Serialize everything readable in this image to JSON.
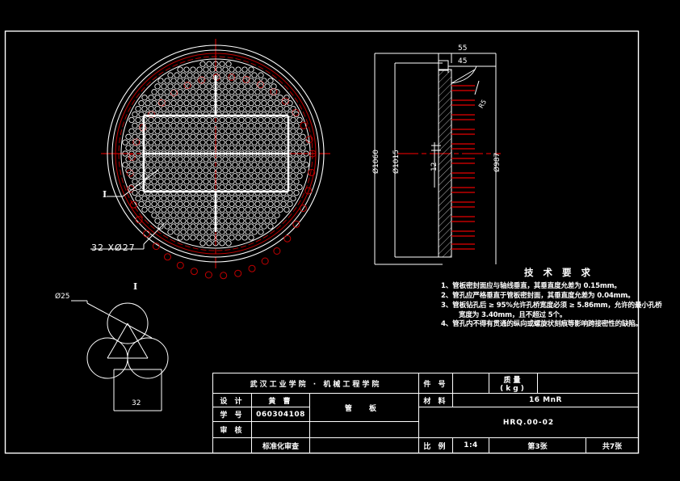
{
  "drawing": {
    "background_color": "#000000",
    "line_color": "#ffffff",
    "accent_color": "#c00000",
    "center_line_color": "#ff0000"
  },
  "front_view": {
    "name": "tube-sheet-front-view",
    "bolt_circle_label": "32 XØ27",
    "detail_mark": "I"
  },
  "side_view": {
    "name": "tube-sheet-section-view",
    "dim_thickness_total": "55",
    "dim_thickness_plate": "45",
    "dim_groove": "12",
    "dim_outer_diameter": "Ø1060",
    "dim_gasket_diameter": "Ø1015",
    "dim_bolt_circle_diameter": "Ø987",
    "dim_chamfer": "R5"
  },
  "detail_view": {
    "name": "detail-I",
    "label": "I",
    "hole_diameter": "Ø25",
    "pitch": "32"
  },
  "tech_req": {
    "title": "技 术 要 求",
    "lines": [
      "1、管板密封面应与轴线垂直，其垂直度允差为 0.15mm。",
      "2、管孔应严格垂直于管板密封面，其垂直度允差为 0.04mm。",
      "3、管板钻孔后 ≥ 95%允许孔桥宽度必须 ≥ 5.86mm，允许的最小孔桥",
      "宽度为 3.40mm，且不超过 5个。",
      "4、管孔内不得有贯通的纵向或螺旋状刻痕等影响跨接密性的缺陷。"
    ]
  },
  "title_block": {
    "organization": "武汉工业学院 · 机械工程学院",
    "label_design": "设 计",
    "value_design": "黄  曹",
    "label_student_no": "学 号",
    "value_student_no": "060304108",
    "label_review": "审 核",
    "value_review": "",
    "label_standard_check": "标准化审查",
    "value_standard_check": "",
    "label_part_no": "件 号",
    "value_part_no": "",
    "label_mass": "质量 (kg)",
    "value_mass": "",
    "label_material": "材 料",
    "value_material": "16 MnR",
    "part_name": "管   板",
    "drawing_number": "HRQ.00-02",
    "label_scale": "比 例",
    "value_scale": "1:4",
    "sheet_no": "第3张",
    "sheet_total": "共7张"
  }
}
